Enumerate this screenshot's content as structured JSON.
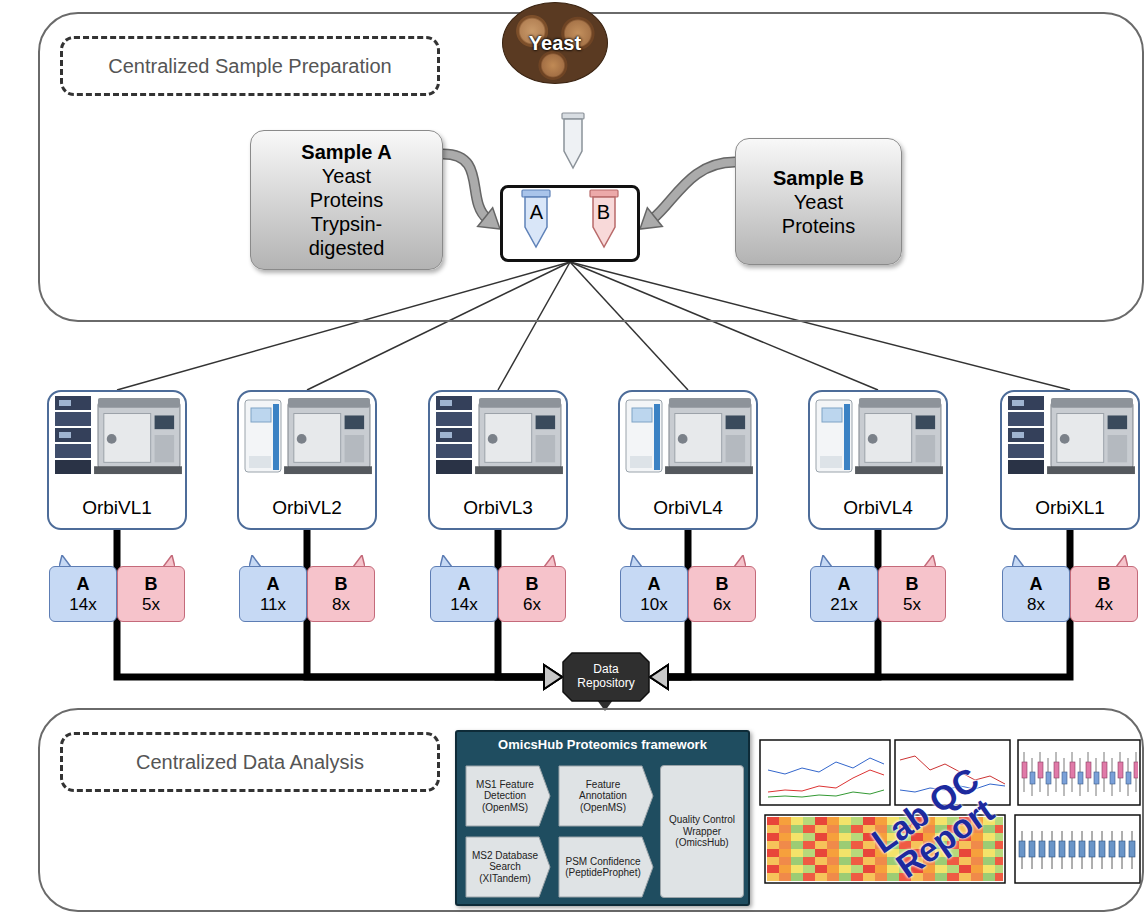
{
  "diagram": {
    "nodes": [
      {
        "text": [
          "Centralized Sample Preparation"
        ]
      },
      {
        "text": [
          "Yeast"
        ],
        "in": 0
      },
      {
        "text": [
          "Sample A",
          "Yeast Proteins Trypsin-digested"
        ],
        "in": 0
      },
      {
        "text": [
          "Sample B",
          "Yeast Proteins"
        ],
        "in": 0
      },
      {
        "text": [
          "A",
          "B"
        ],
        "in": 0
      },
      {
        "text": [
          "OrbiVL1"
        ]
      },
      {
        "text": [
          "OrbiVL2"
        ]
      },
      {
        "text": [
          "OrbiVL3"
        ]
      },
      {
        "text": [
          "OrbiVL4"
        ]
      },
      {
        "text": [
          "OrbiVL4"
        ]
      },
      {
        "text": [
          "OrbiXL1"
        ]
      },
      {
        "text": [
          "A",
          "14x"
        ]
      },
      {
        "text": [
          "B",
          "5x"
        ]
      },
      {
        "text": [
          "A",
          "11x"
        ]
      },
      {
        "text": [
          "B",
          "8x"
        ]
      },
      {
        "text": [
          "A",
          "14x"
        ]
      },
      {
        "text": [
          "B",
          "6x"
        ]
      },
      {
        "text": [
          "A",
          "10x"
        ]
      },
      {
        "text": [
          "B",
          "6x"
        ]
      },
      {
        "text": [
          "A",
          "21x"
        ]
      },
      {
        "text": [
          "B",
          "5x"
        ]
      },
      {
        "text": [
          "A",
          "8x"
        ]
      },
      {
        "text": [
          "B",
          "4x"
        ]
      },
      {
        "text": [
          "Data Repository"
        ]
      },
      {
        "text": [
          "Centralized Data Analysis"
        ]
      },
      {
        "text": [
          "OmicsHub Proteomics framework"
        ],
        "in": 24
      },
      {
        "text": [
          "MS1 Feature Detection (OpenMS)"
        ],
        "in": 25
      },
      {
        "text": [
          "Feature Annotation (OpenMS)"
        ],
        "in": 25
      },
      {
        "text": [
          "MS2 Database Search (XITandem)"
        ],
        "in": 25
      },
      {
        "text": [
          "PSM Confidence (PeptideProphet)"
        ],
        "in": 25
      },
      {
        "text": [
          "Quality Control Wrapper (OmicsHub)"
        ],
        "in": 25
      }
    ],
    "edges": [
      {
        "from": 2,
        "to": 4,
        "arrow": "to"
      },
      {
        "from": 3,
        "to": 4,
        "arrow": "to"
      },
      {
        "from": 4,
        "to": 5,
        "arrow": "none"
      },
      {
        "from": 4,
        "to": 6,
        "arrow": "none"
      },
      {
        "from": 4,
        "to": 7,
        "arrow": "none"
      },
      {
        "from": 4,
        "to": 8,
        "arrow": "none"
      },
      {
        "from": 4,
        "to": 9,
        "arrow": "none"
      },
      {
        "from": 4,
        "to": 10,
        "arrow": "none"
      },
      {
        "from": 5,
        "to": 23,
        "arrow": "to"
      },
      {
        "from": 6,
        "to": 23,
        "arrow": "to"
      },
      {
        "from": 7,
        "to": 23,
        "arrow": "to"
      },
      {
        "from": 8,
        "to": 23,
        "arrow": "to"
      },
      {
        "from": 9,
        "to": 23,
        "arrow": "to"
      },
      {
        "from": 10,
        "to": 23,
        "arrow": "to"
      }
    ],
    "labels": [
      "Lab QC Report"
    ]
  }
}
